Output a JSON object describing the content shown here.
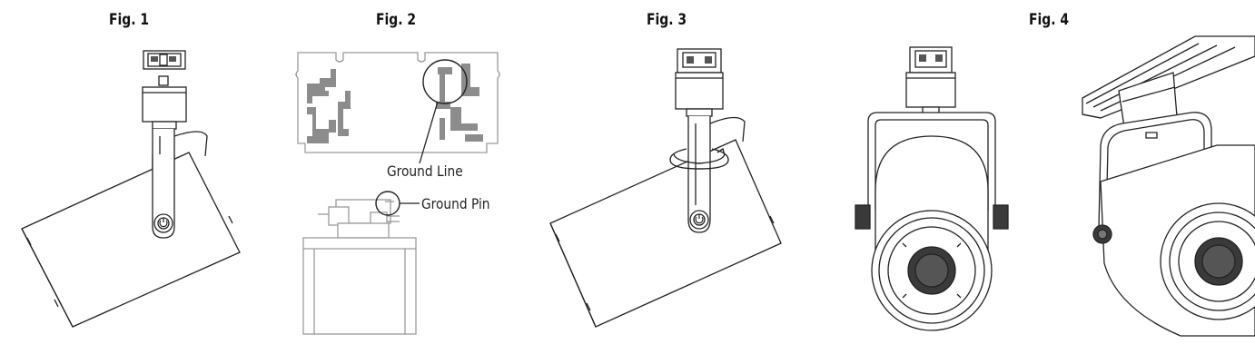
{
  "figures": [
    {
      "title": "Fig. 1"
    },
    {
      "title": "Fig. 2",
      "callouts": [
        "Ground Line",
        "Ground Pin"
      ]
    },
    {
      "title": "Fig. 3"
    },
    {
      "title": "Fig. 4"
    }
  ],
  "colors": {
    "line": "#222222",
    "light_line": "#9a9a9a",
    "fill_dark": "#3a3a3a",
    "pattern": "#8c8c8c"
  }
}
